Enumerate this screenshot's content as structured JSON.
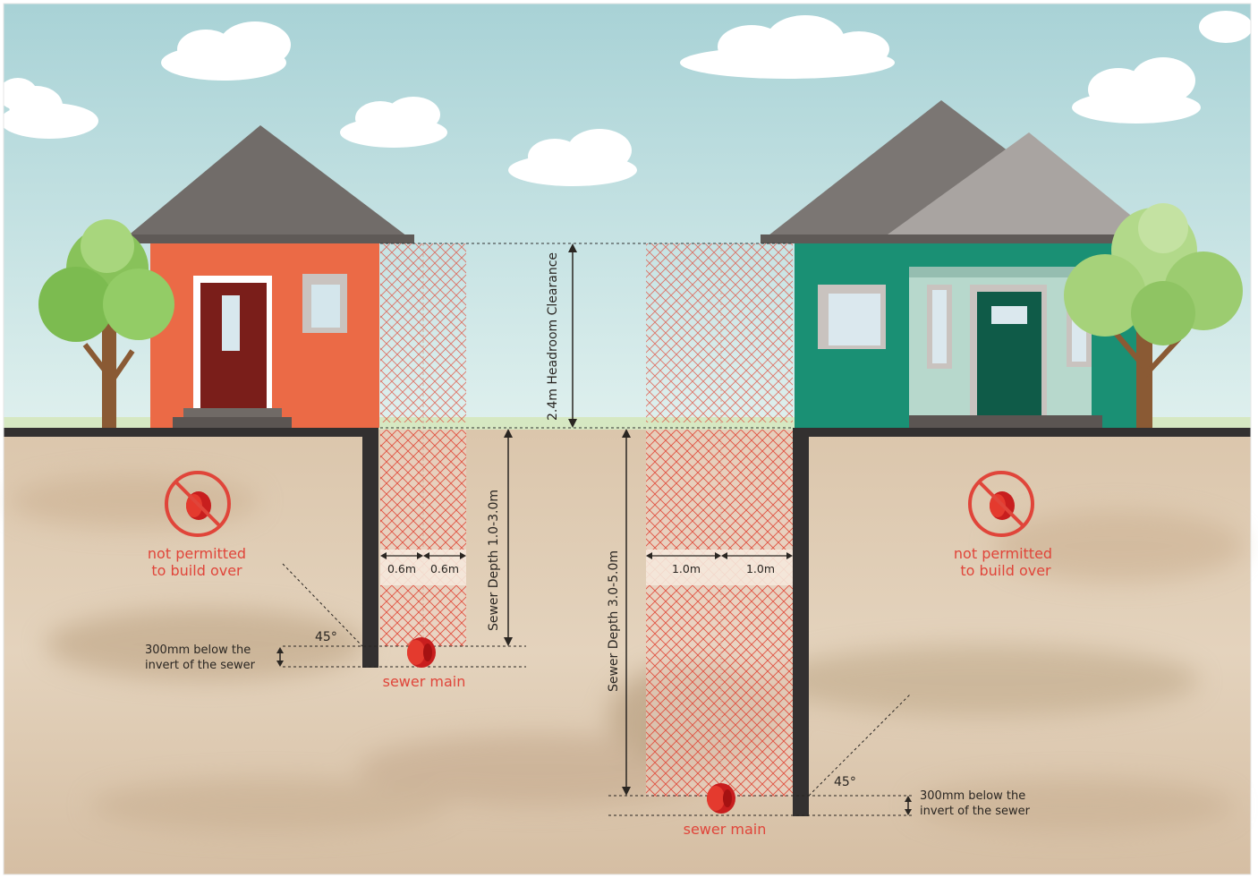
{
  "labels": {
    "not_permitted_left_line1": "not permitted",
    "not_permitted_left_line2": "to build over",
    "not_permitted_right_line1": "not permitted",
    "not_permitted_right_line2": "to build over",
    "headroom": "2.4m Headroom Clearance",
    "sewer_depth_shallow": "Sewer Depth 1.0-3.0m",
    "sewer_depth_deep": "Sewer Depth 3.0-5.0m",
    "offset_left_a": "0.6m",
    "offset_left_b": "0.6m",
    "offset_right_a": "1.0m",
    "offset_right_b": "1.0m",
    "angle_left": "45°",
    "angle_right": "45°",
    "below_invert_left_line1": "300mm below the",
    "below_invert_left_line2": "invert of the sewer",
    "below_invert_right_line1": "300mm below the",
    "below_invert_right_line2": "invert of the sewer",
    "sewer_main_left": "sewer main",
    "sewer_main_right": "sewer main"
  },
  "icons": {
    "no_build": "no-build-prohibition-icon",
    "pipe": "sewer-pipe-icon",
    "tree": "tree-icon",
    "cloud": "cloud-icon"
  },
  "colors": {
    "sky": "#b9dde0",
    "ground": "#d9c4aa",
    "red_house": "#eb6a46",
    "green_house": "#1a9074",
    "roof": "#716c69",
    "accent_red": "#e0453a",
    "wall_dark": "#333030"
  }
}
